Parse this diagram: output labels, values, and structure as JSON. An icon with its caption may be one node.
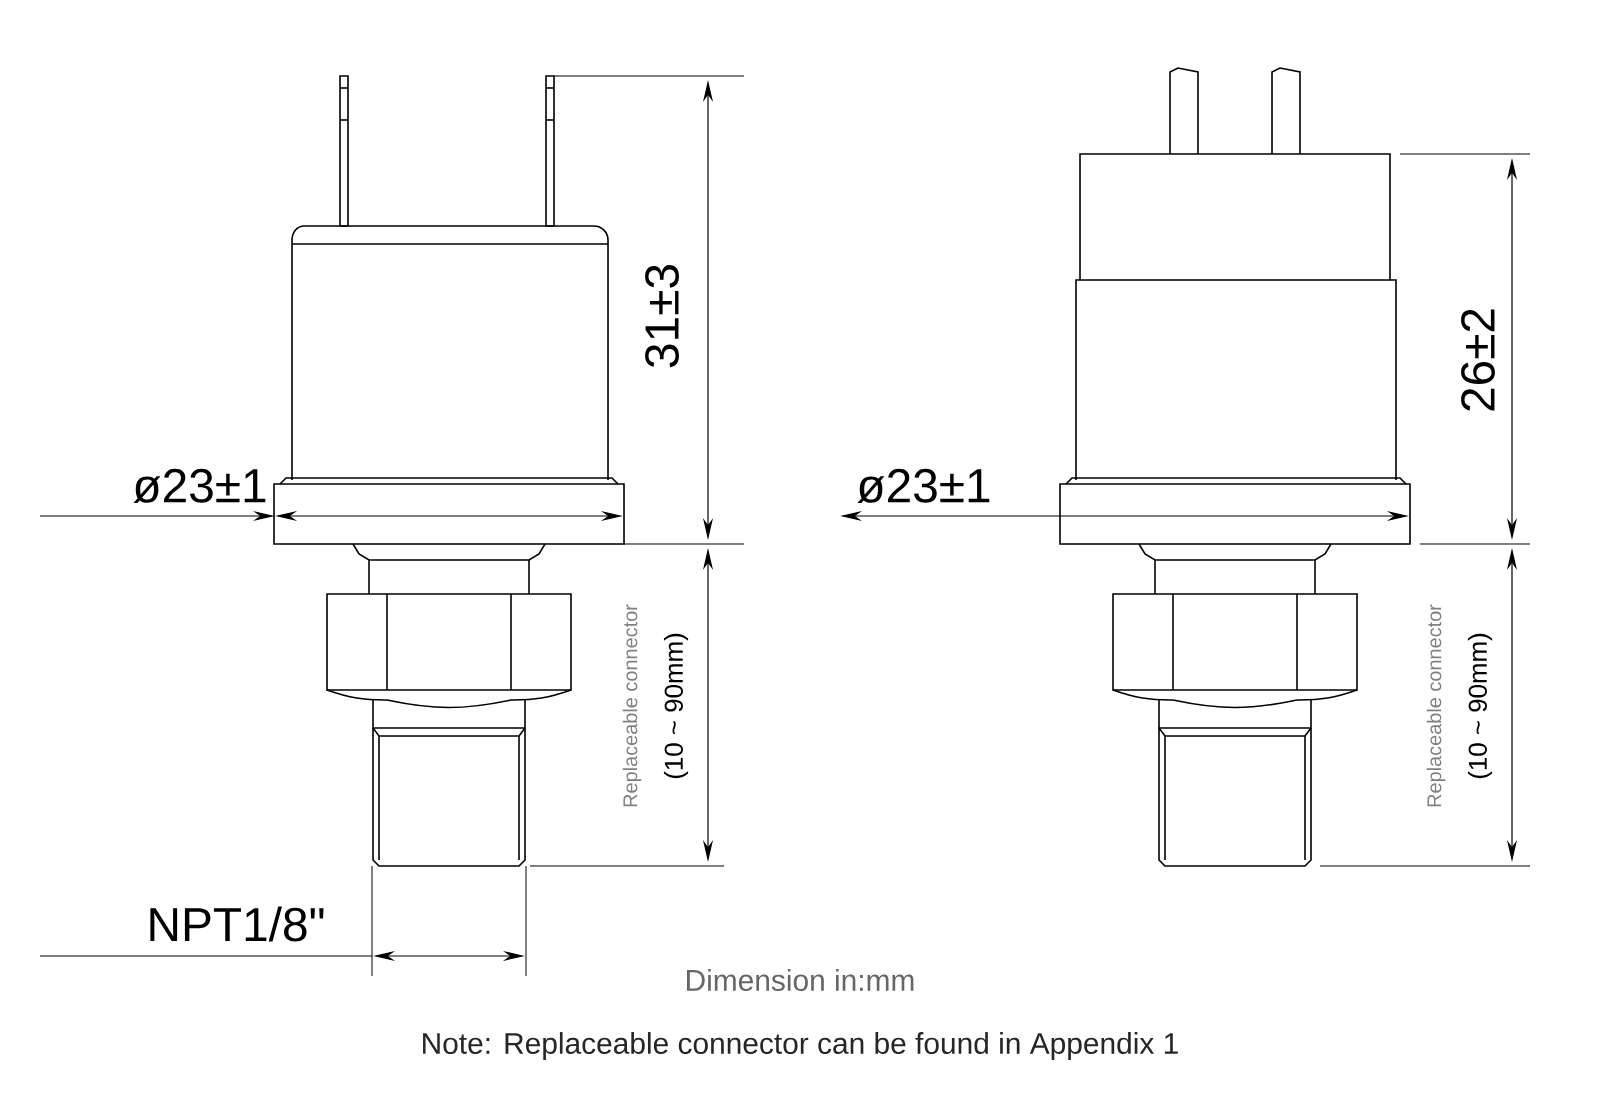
{
  "diagram": {
    "labels": [
      "ø23±1",
      "31±3",
      "Replaceable connector",
      "(10 ~ 90mm)",
      "NPT1/8\"",
      "ø23±1",
      "26±2",
      "Replaceable connector",
      "(10 ~ 90mm)",
      "Dimension in:mm",
      "Note: Replaceable connector can be found in Appendix 1"
    ]
  }
}
